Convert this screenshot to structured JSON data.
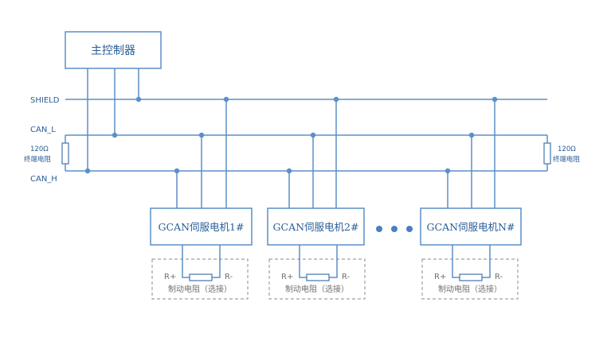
{
  "controller": {
    "label": "主控制器"
  },
  "buses": {
    "shield": "SHIELD",
    "can_l": "CAN_L",
    "can_h": "CAN_H"
  },
  "terminator": {
    "value": "120Ω",
    "label": "终端电阻"
  },
  "servos": [
    {
      "label": "GCAN伺服电机1#"
    },
    {
      "label": "GCAN伺服电机2#"
    },
    {
      "label": "GCAN伺服电机N#"
    }
  ],
  "brake": {
    "r_plus": "R+",
    "r_minus": "R-",
    "label": "制动电阻（选接）"
  },
  "colors": {
    "wire": "#5b8fc7",
    "text": "#2a5c96",
    "dashed": "#a0a0a0"
  }
}
